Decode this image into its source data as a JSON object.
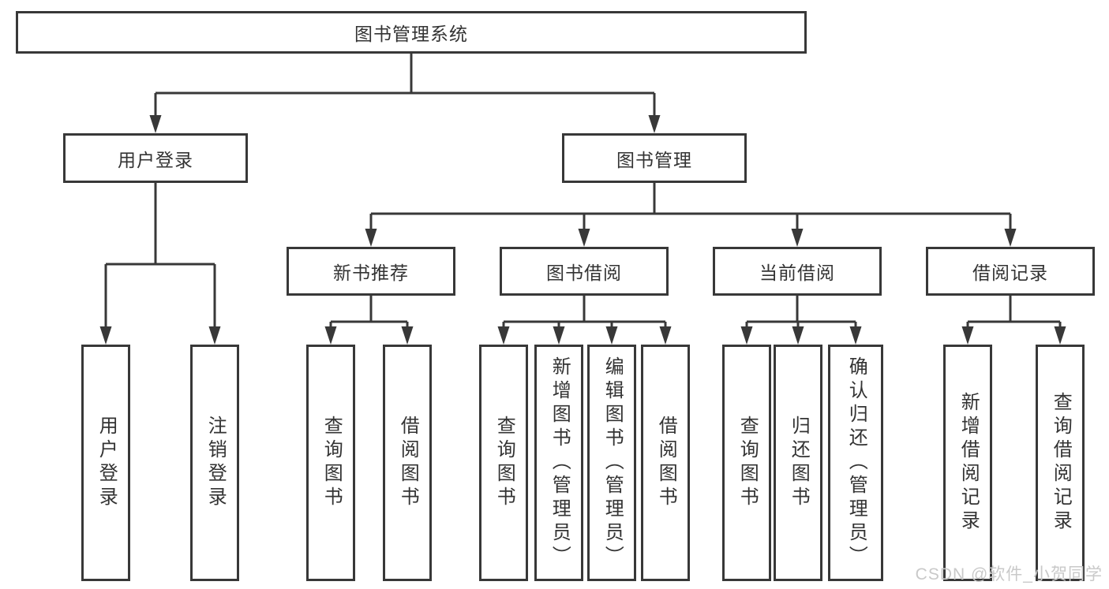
{
  "diagram": {
    "root": {
      "label": "图书管理系统",
      "children": [
        {
          "label": "用户登录",
          "children": [
            {
              "label": "用户登录"
            },
            {
              "label": "注销登录"
            }
          ]
        },
        {
          "label": "图书管理",
          "children": [
            {
              "label": "新书推荐",
              "children": [
                {
                  "label": "查询图书"
                },
                {
                  "label": "借阅图书"
                }
              ]
            },
            {
              "label": "图书借阅",
              "children": [
                {
                  "label": "查询图书"
                },
                {
                  "label": "新增图书（管理员）"
                },
                {
                  "label": "编辑图书（管理员）"
                },
                {
                  "label": "借阅图书"
                }
              ]
            },
            {
              "label": "当前借阅",
              "children": [
                {
                  "label": "查询图书"
                },
                {
                  "label": "归还图书"
                },
                {
                  "label": "确认归还（管理员）"
                }
              ]
            },
            {
              "label": "借阅记录",
              "children": [
                {
                  "label": "新增借阅记录"
                },
                {
                  "label": "查询借阅记录"
                }
              ]
            }
          ]
        }
      ]
    }
  },
  "watermark": {
    "text": "CSDN @软件_小贺同学"
  },
  "colors": {
    "line": "#383838",
    "text": "#333333",
    "watermark": "#c9c9c9",
    "background": "#ffffff"
  }
}
